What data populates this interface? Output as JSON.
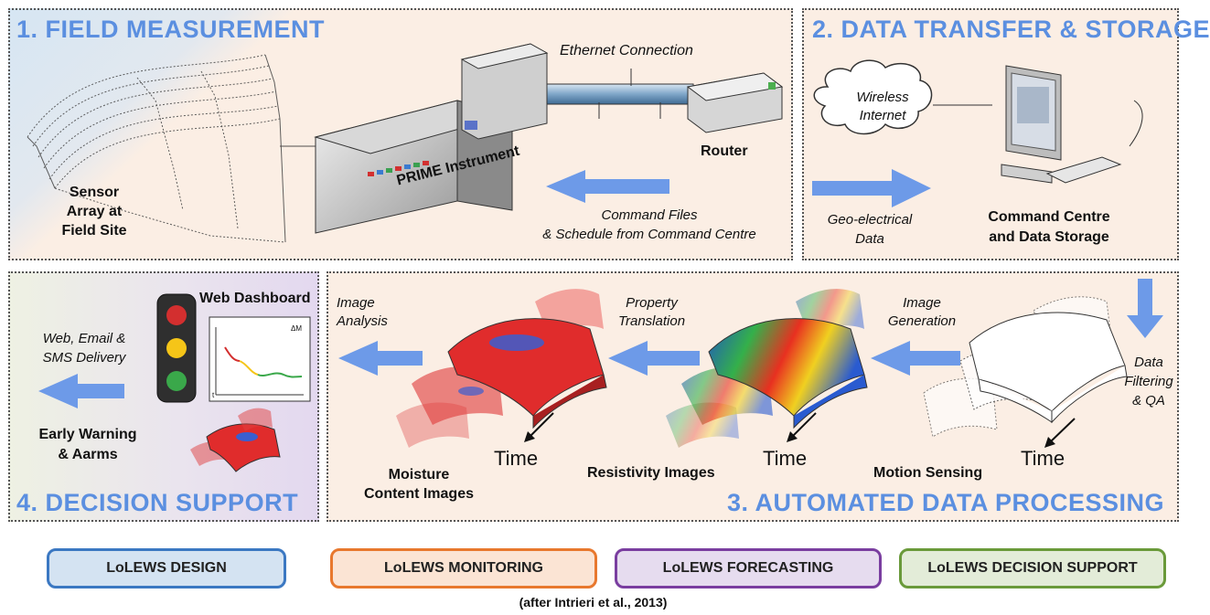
{
  "panels": {
    "field": {
      "title": "1. FIELD MEASUREMENT"
    },
    "transfer": {
      "title": "2. DATA TRANSFER & STORAGE"
    },
    "processing": {
      "title": "3. AUTOMATED DATA PROCESSING"
    },
    "decision": {
      "title": "4. DECISION SUPPORT"
    }
  },
  "field": {
    "sensor_label": [
      "Sensor",
      "Array at",
      "Field Site"
    ],
    "instrument_label": "PRIME Instrument",
    "ethernet_label": "Ethernet Connection",
    "router_label": "Router",
    "command_label": [
      "Command Files",
      "& Schedule from Command Centre"
    ]
  },
  "transfer": {
    "wireless_label": [
      "Wireless",
      "Internet"
    ],
    "geo_label": [
      "Geo-electrical",
      "Data"
    ],
    "command_centre_label": [
      "Command Centre",
      "and Data Storage"
    ]
  },
  "processing": {
    "filtering_label": [
      "Data",
      "Filtering",
      "& QA"
    ],
    "image_generation_label": [
      "Image",
      "Generation"
    ],
    "property_translation_label": [
      "Property",
      "Translation"
    ],
    "image_analysis_label": [
      "Image",
      "Analysis"
    ],
    "motion_label": "Motion Sensing",
    "resistivity_label": "Resistivity Images",
    "moisture_label": [
      "Moisture",
      "Content Images"
    ],
    "time_label": "Time"
  },
  "decision": {
    "dashboard_label": "Web Dashboard",
    "delivery_label": [
      "Web, Email &",
      "SMS Delivery"
    ],
    "warning_label": [
      "Early Warning",
      "& Aarms"
    ],
    "chart_axis_top": "ΔM",
    "chart_axis_bottom": "t"
  },
  "legend": [
    {
      "label": "LoLEWS DESIGN",
      "border": "#3b78c2",
      "fill": "#d4e3f2"
    },
    {
      "label": "LoLEWS MONITORING",
      "border": "#e8782e",
      "fill": "#fbe4d4"
    },
    {
      "label": "LoLEWS FORECASTING",
      "border": "#7a3ea0",
      "fill": "#e6dcef"
    },
    {
      "label": "LoLEWS DECISION SUPPORT",
      "border": "#6a9a3a",
      "fill": "#e3ecd8"
    }
  ],
  "citation": "(after Intrieri et al., 2013)",
  "colors": {
    "title_blue": "#5b8fe0",
    "arrow_blue": "#6d9ae8",
    "panel_peach": "#fbeee4"
  }
}
